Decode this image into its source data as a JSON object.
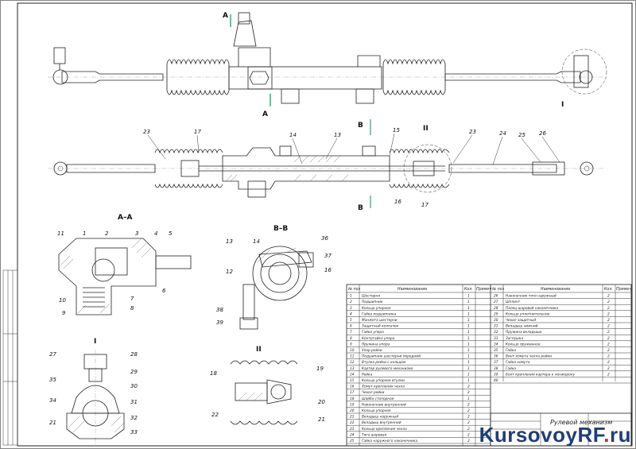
{
  "labels": {
    "section_a": "A",
    "section_b": "B",
    "section_aa": "A–A",
    "section_bb": "B–B",
    "view_i": "I",
    "view_ii": "II",
    "callouts_main": [
      "23",
      "17",
      "14",
      "13",
      "15",
      "23",
      "24",
      "25",
      "26",
      "16",
      "17"
    ],
    "callouts_aa": [
      "11",
      "1",
      "2",
      "3",
      "4",
      "5",
      "6",
      "10",
      "9",
      "7",
      "8"
    ],
    "callouts_bb": [
      "13",
      "14",
      "12",
      "36",
      "37",
      "16",
      "38",
      "39"
    ],
    "callouts_i": [
      "27",
      "28",
      "35",
      "29",
      "30",
      "34",
      "31",
      "21",
      "32",
      "33"
    ],
    "callouts_ii": [
      "18",
      "19",
      "20",
      "22",
      "21"
    ]
  },
  "table": {
    "headers": [
      "№ поз",
      "Наименование",
      "Кол.",
      "Примеч"
    ],
    "left_rows": [
      [
        "1",
        "Шестерня",
        "1",
        ""
      ],
      [
        "2",
        "Подшипник",
        "1",
        ""
      ],
      [
        "3",
        "Кольцо упорное",
        "1",
        ""
      ],
      [
        "4",
        "Гайка подшипника",
        "1",
        ""
      ],
      [
        "5",
        "Манжета шестерни",
        "1",
        ""
      ],
      [
        "6",
        "Защитный колпачок",
        "1",
        ""
      ],
      [
        "7",
        "Гайка упора",
        "1",
        ""
      ],
      [
        "8",
        "Контргайка упора",
        "1",
        ""
      ],
      [
        "9",
        "Пружина упора",
        "1",
        ""
      ],
      [
        "10",
        "Упор рейки",
        "1",
        ""
      ],
      [
        "11",
        "Подшипник шестерни передний",
        "1",
        ""
      ],
      [
        "12",
        "Втулка рейки с кольцом",
        "1",
        ""
      ],
      [
        "13",
        "Картер рулевого механизма",
        "1",
        ""
      ],
      [
        "14",
        "Рейка",
        "1",
        ""
      ],
      [
        "15",
        "Кольцо упорное втулки",
        "1",
        ""
      ],
      [
        "16",
        "Хомут крепления чехла",
        "2",
        ""
      ],
      [
        "17",
        "Чехол рейки",
        "2",
        ""
      ],
      [
        "18",
        "Шайба стопорная",
        "1",
        ""
      ],
      [
        "19",
        "Наконечник внутренний",
        "2",
        ""
      ],
      [
        "20",
        "Кольцо упорное",
        "2",
        ""
      ],
      [
        "21",
        "Вкладыш наружный",
        "2",
        ""
      ],
      [
        "22",
        "Вкладыш внутренний",
        "2",
        ""
      ],
      [
        "23",
        "Кольцо крепления чехла",
        "2",
        ""
      ],
      [
        "24",
        "Тяга шаровая",
        "2",
        ""
      ],
      [
        "25",
        "Гайка наружного наконечника",
        "2",
        ""
      ]
    ],
    "right_rows": [
      [
        "26",
        "Наконечник тяги наружный",
        "2",
        ""
      ],
      [
        "27",
        "Шплинт",
        "2",
        ""
      ],
      [
        "28",
        "Палец шаровой наконечника",
        "2",
        ""
      ],
      [
        "29",
        "Кольцо уплотнительное",
        "2",
        ""
      ],
      [
        "30",
        "Чехол защитный",
        "2",
        ""
      ],
      [
        "31",
        "Вкладыш нижний",
        "2",
        ""
      ],
      [
        "32",
        "Пружина вкладыша",
        "2",
        ""
      ],
      [
        "33",
        "Заглушка",
        "2",
        ""
      ],
      [
        "34",
        "Кольцо пружинное",
        "2",
        ""
      ],
      [
        "35",
        "Гайка",
        "2",
        ""
      ],
      [
        "36",
        "Винт хомута чехла рейки",
        "2",
        ""
      ],
      [
        "37",
        "Гайка хомута",
        "2",
        ""
      ],
      [
        "38",
        "Гайка",
        "2",
        ""
      ],
      [
        "39",
        "Болт крепления картера к лонжерону",
        "2",
        ""
      ],
      [
        "40",
        "",
        "",
        ""
      ]
    ],
    "stamp_title": "Рулевой механизм"
  },
  "watermark": {
    "main": "KursovoyRF",
    "dot": ".",
    "tld": "ru"
  }
}
